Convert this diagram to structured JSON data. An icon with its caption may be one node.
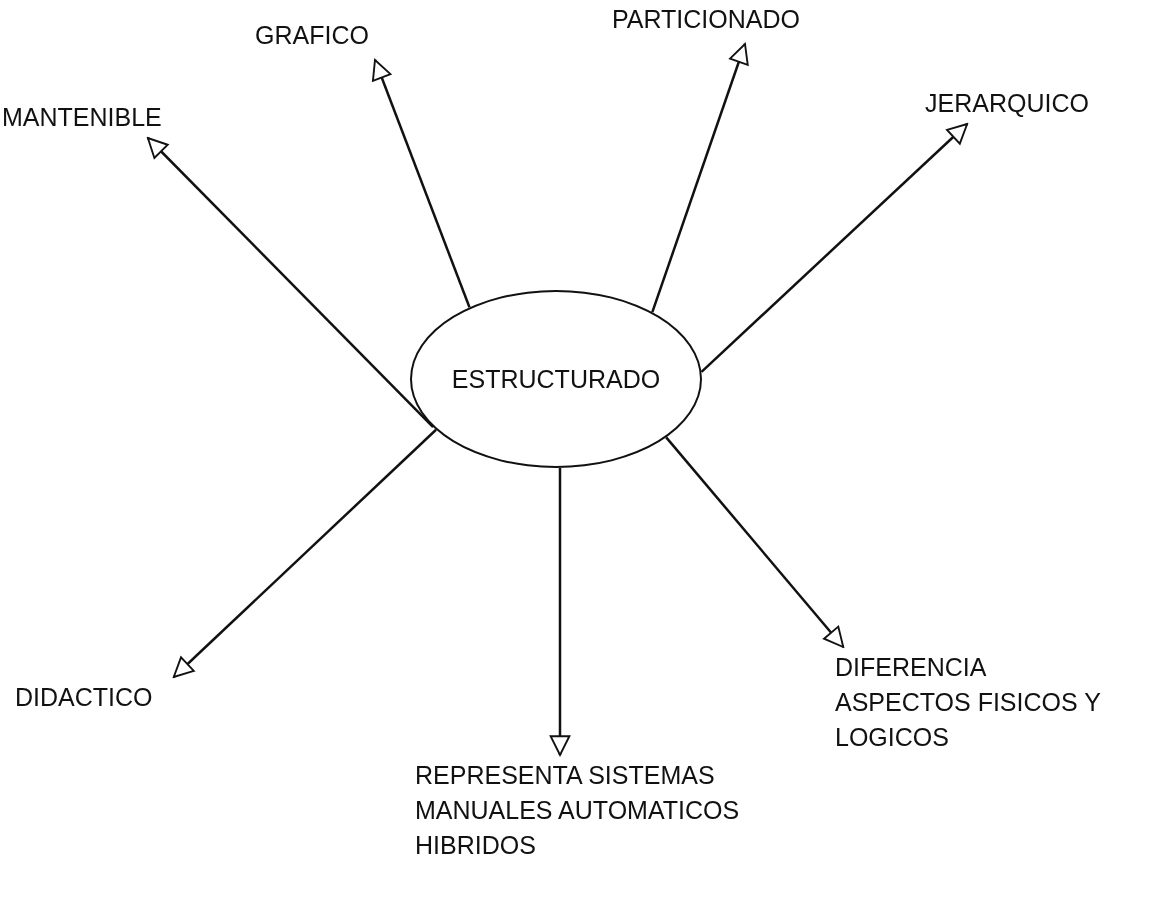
{
  "diagram": {
    "nodes": [
      {
        "text": [
          "ESTRUCTURADO"
        ]
      },
      {
        "text": [
          "PARTICIONADO"
        ]
      },
      {
        "text": [
          "GRAFICO"
        ]
      },
      {
        "text": [
          "JERARQUICO"
        ]
      },
      {
        "text": [
          "MANTENIBLE"
        ]
      },
      {
        "text": [
          "DIDACTICO"
        ]
      },
      {
        "text": [
          "REPRESENTA SISTEMAS MANUALES AUTOMATICOS HIBRIDOS"
        ]
      },
      {
        "text": [
          "DIFERENCIA ASPECTOS FISICOS Y LOGICOS"
        ]
      }
    ],
    "edges": [
      {
        "from": 0,
        "to": 1,
        "arrow": "to"
      },
      {
        "from": 0,
        "to": 2,
        "arrow": "to"
      },
      {
        "from": 0,
        "to": 3,
        "arrow": "to"
      },
      {
        "from": 0,
        "to": 4,
        "arrow": "to"
      },
      {
        "from": 0,
        "to": 5,
        "arrow": "to"
      },
      {
        "from": 0,
        "to": 6,
        "arrow": "to"
      },
      {
        "from": 0,
        "to": 7,
        "arrow": "to"
      }
    ]
  }
}
